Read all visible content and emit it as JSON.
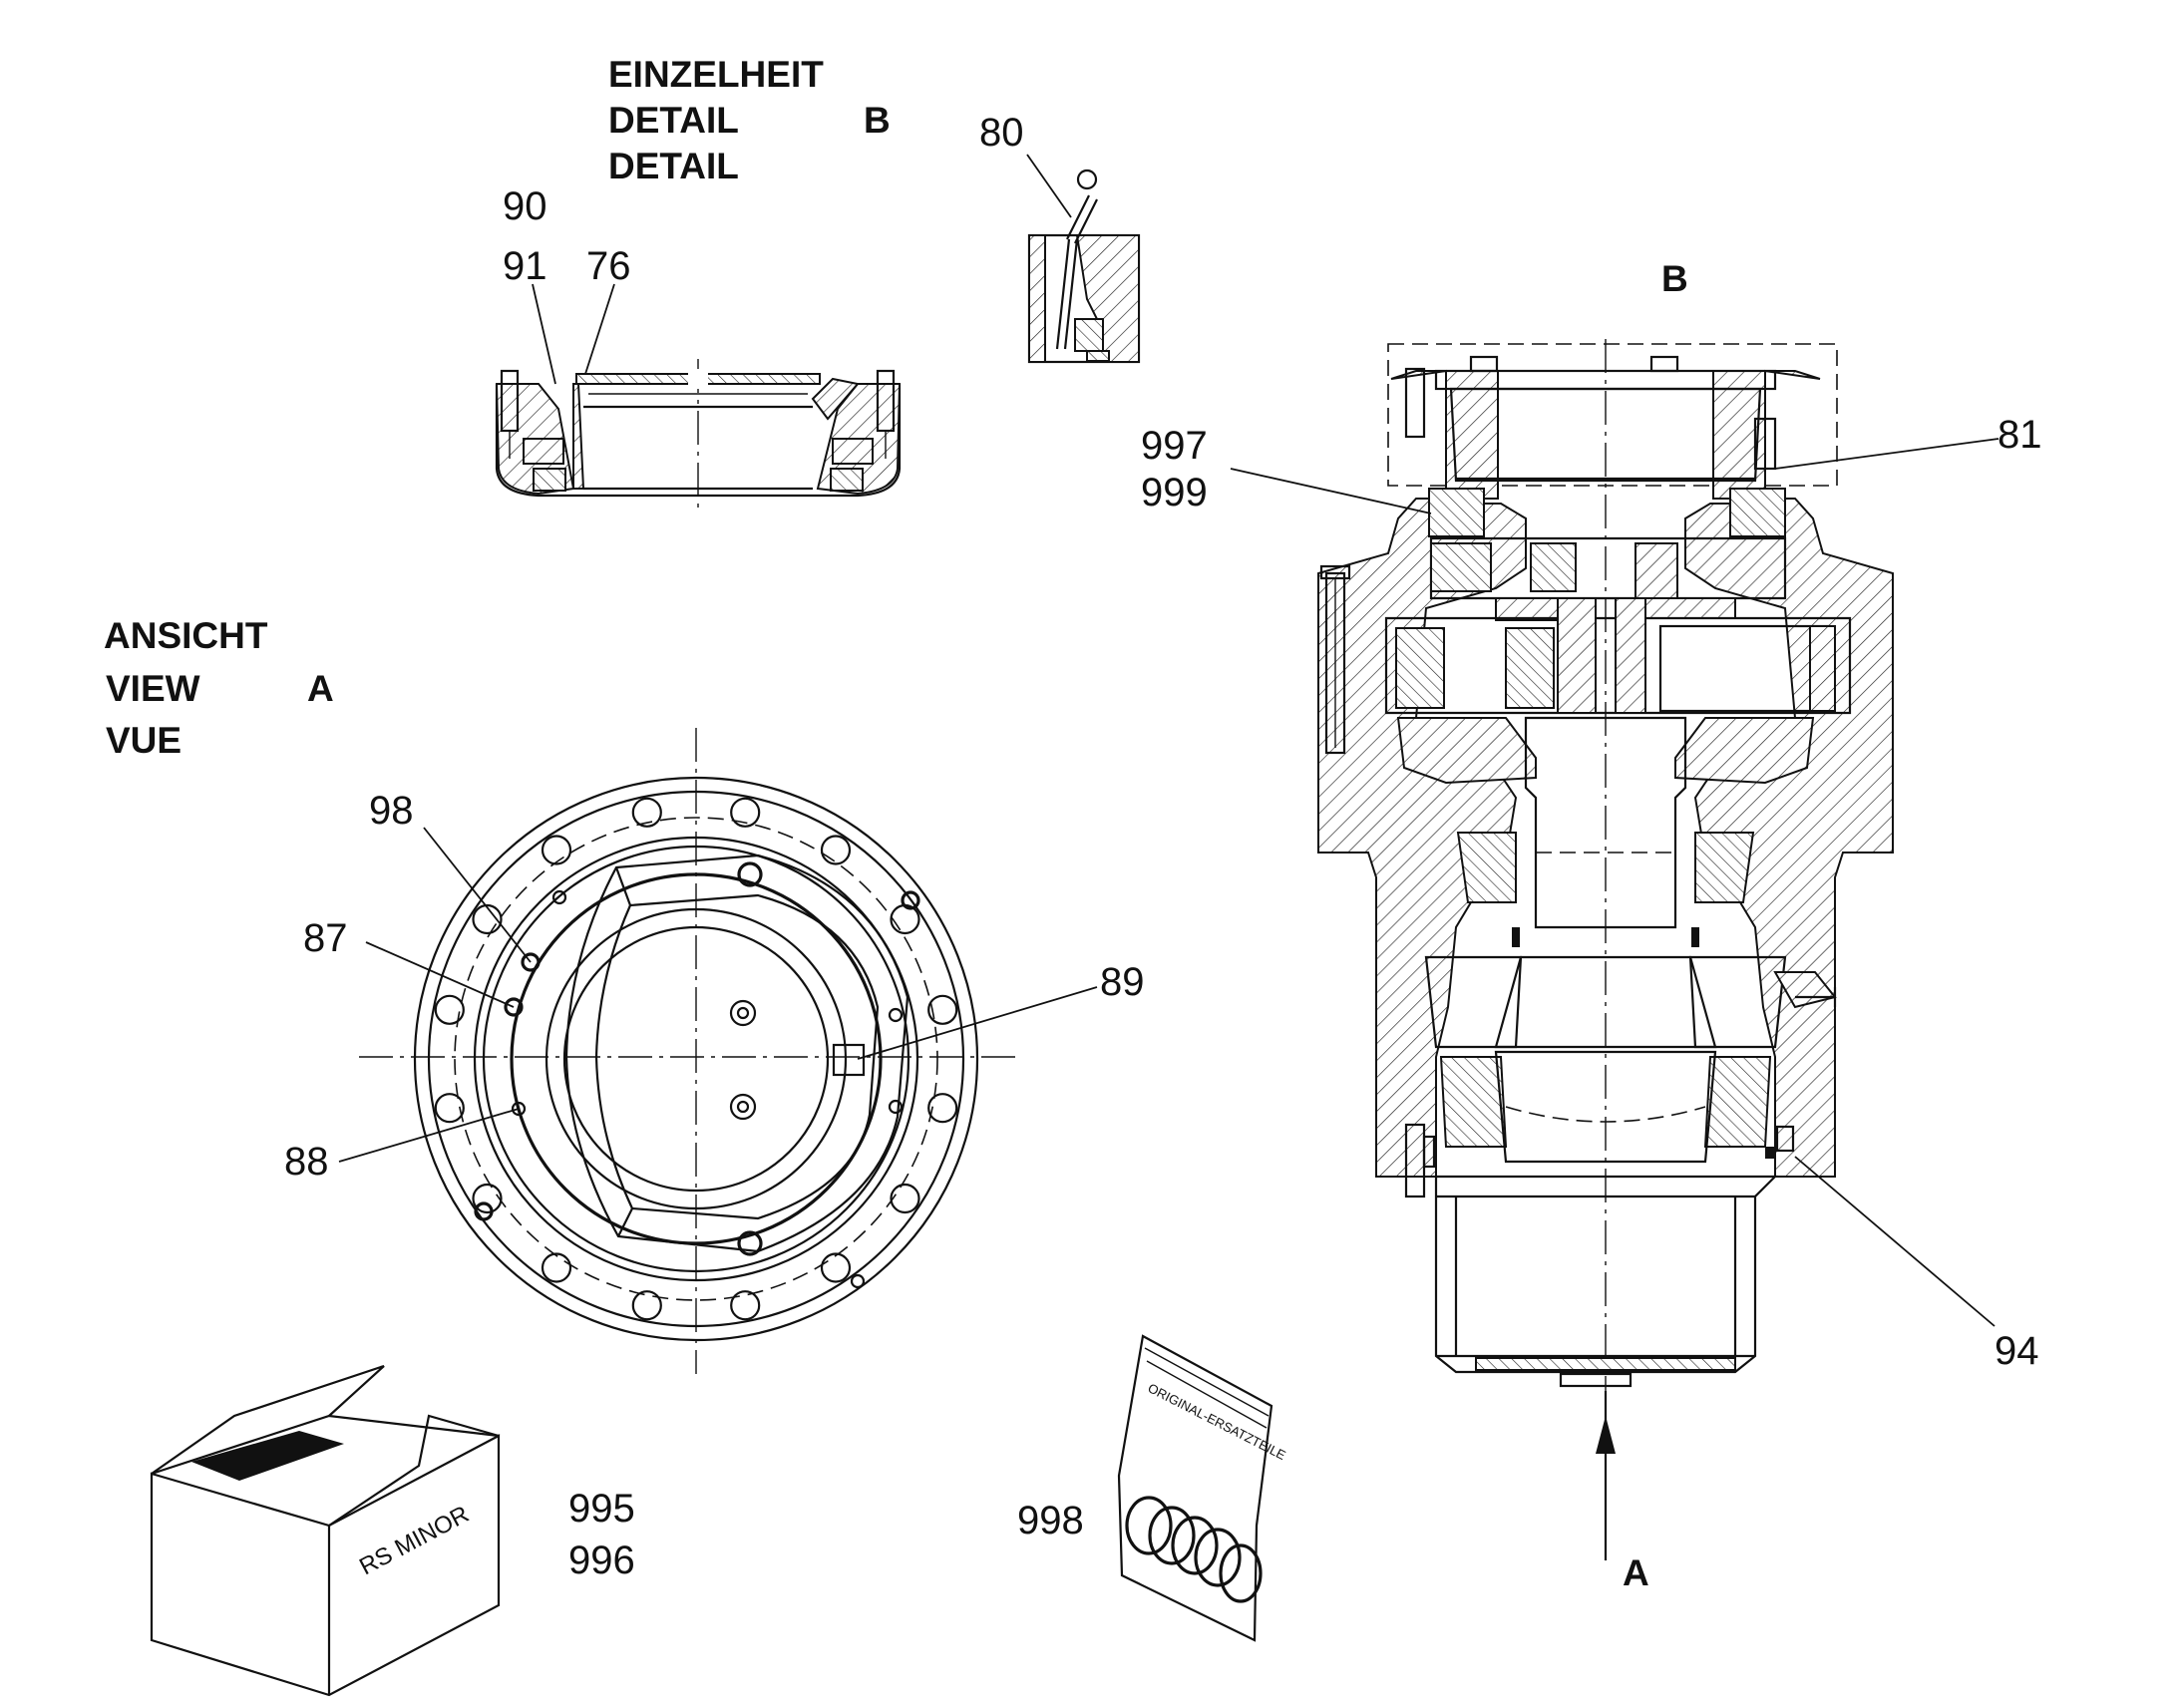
{
  "detail_b": {
    "line1": "EINZELHEIT",
    "line2": "DETAIL",
    "line3": "DETAIL",
    "letter": "B"
  },
  "view_a": {
    "line1": "ANSICHT",
    "line2": "VIEW",
    "line3": "VUE",
    "letter": "A"
  },
  "section_marks": {
    "b": "B",
    "a": "A"
  },
  "callouts": {
    "p80": "80",
    "p90": "90",
    "p91": "91",
    "p76": "76",
    "p997": "997",
    "p999": "999",
    "p81": "81",
    "p98": "98",
    "p87": "87",
    "p89": "89",
    "p88": "88",
    "p94": "94",
    "p995": "995",
    "p996": "996",
    "p998": "998"
  },
  "box": {
    "label": "RS MINOR"
  },
  "bag": {
    "label": "ORIGINAL-ERSATZTEILE"
  }
}
